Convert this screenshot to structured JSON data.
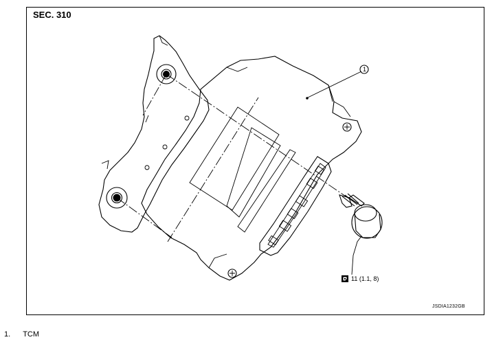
{
  "section": "SEC. 310",
  "callout": "1",
  "torque_value": "11 (1.1, 8)",
  "figure_id": "JSDIA1232GB",
  "legend": [
    {
      "number": "1.",
      "name": "TCM"
    }
  ],
  "icons": {
    "torque": "torque-wrench-icon"
  }
}
